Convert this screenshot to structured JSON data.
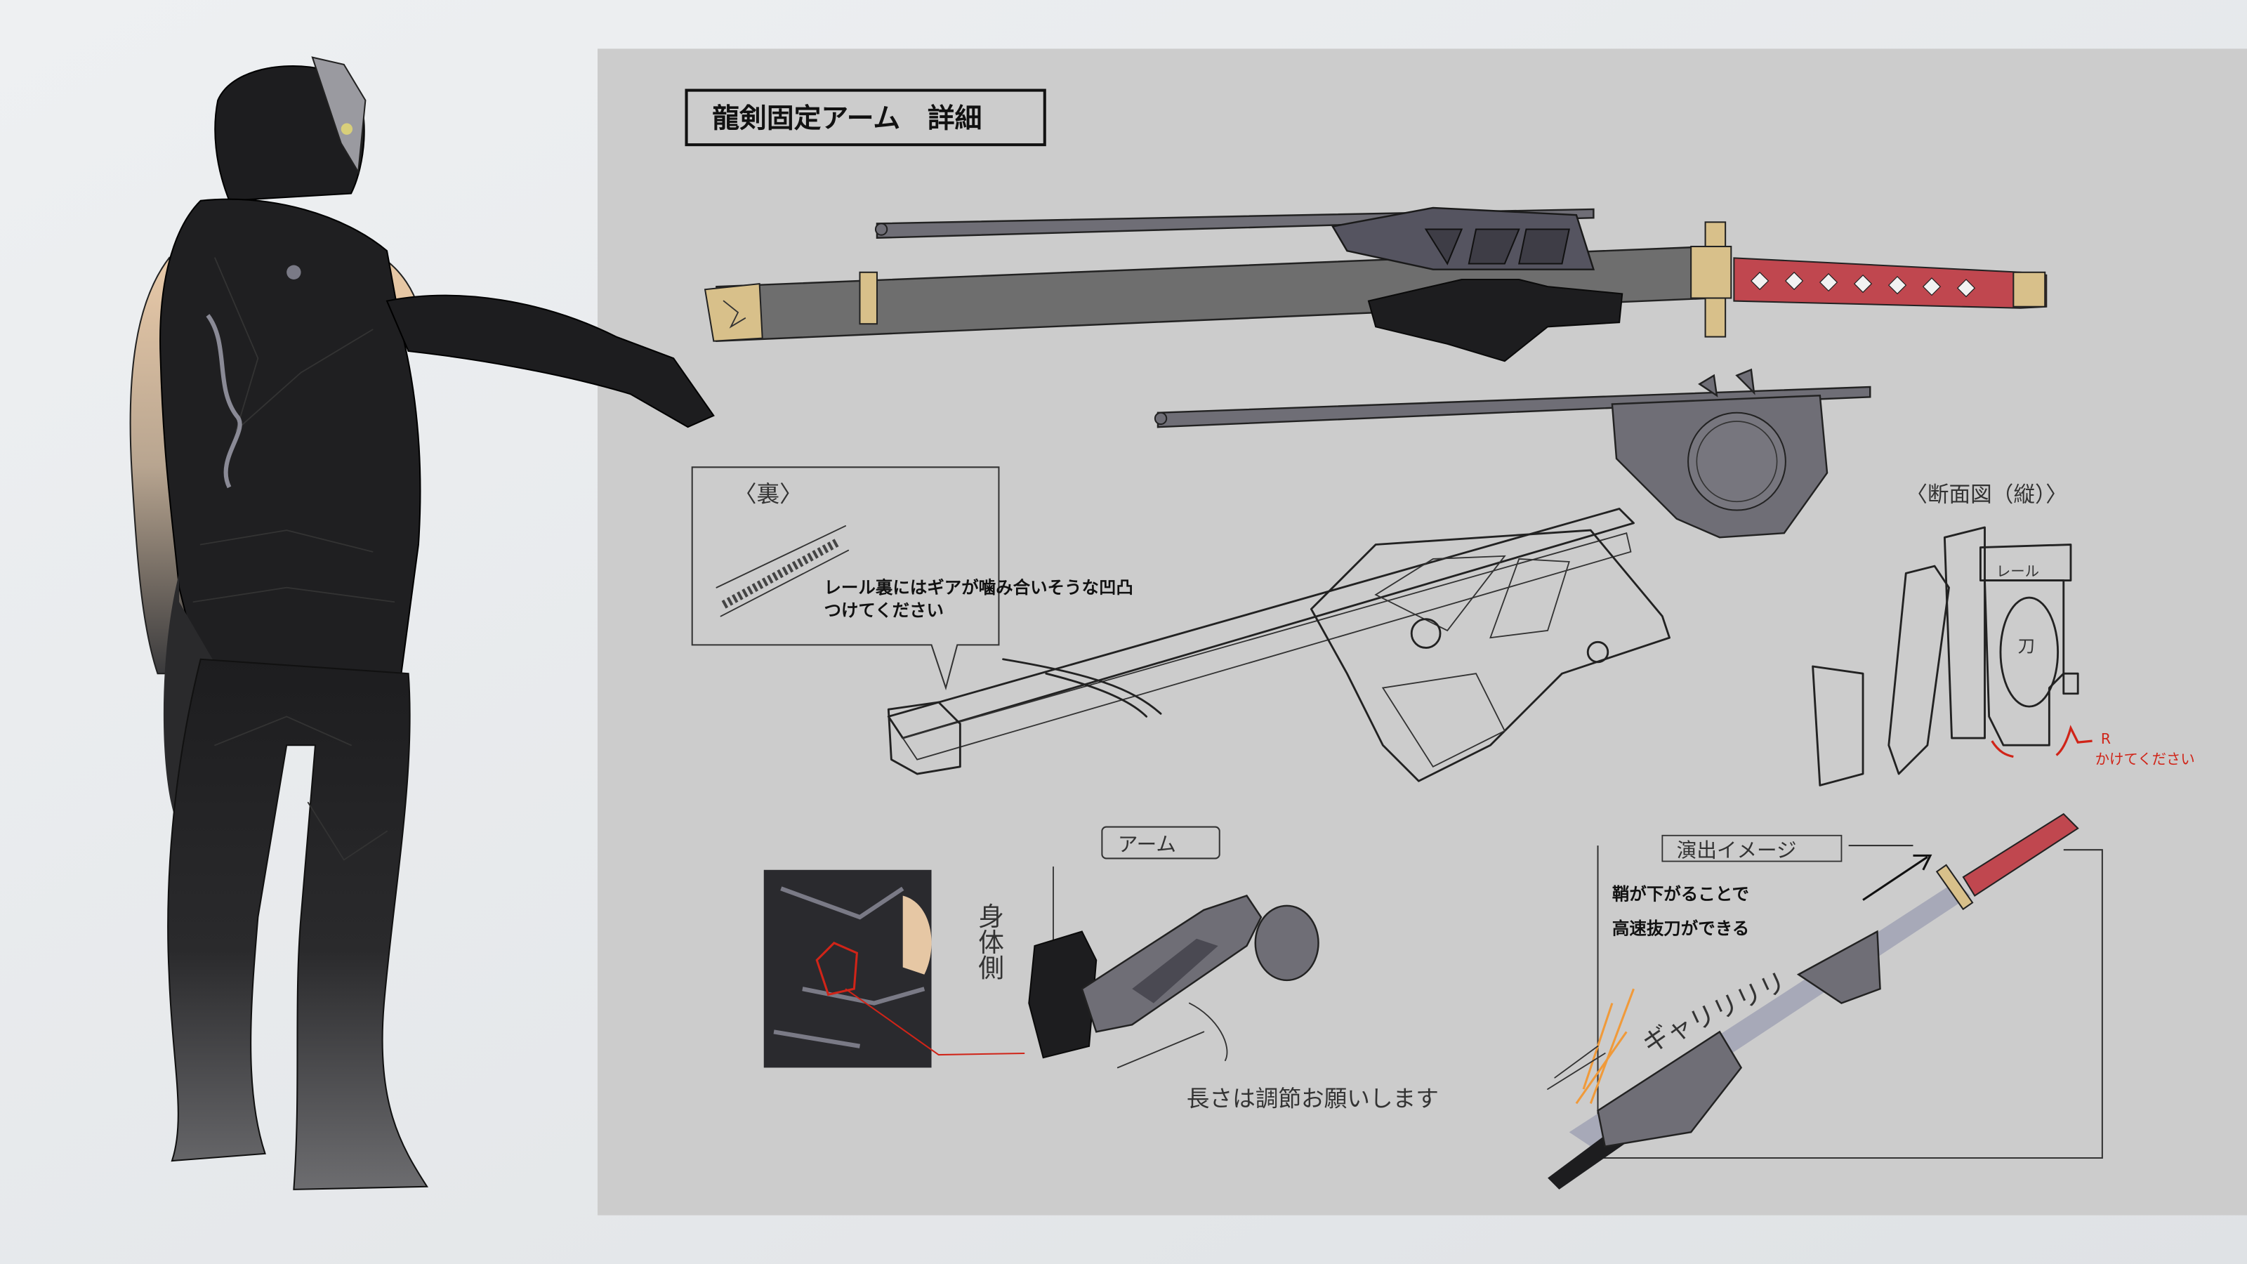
{
  "sheet": {
    "title": "龍剣固定アーム　詳細",
    "colors": {
      "background": "#e4e6e8",
      "panel": "#cccccc",
      "scabbard": "#6e6e6e",
      "handle_wrap": "#c0474f",
      "gold_fittings": "#d8c08a",
      "blade": "#a7a9b8",
      "annotation_red": "#d02418",
      "armor": "#1d1d1f"
    }
  },
  "callout_back": {
    "heading": "〈裏〉",
    "note_line1": "レール裏にはギアが噛み合いそうな凹凸",
    "note_line2": "つけてください"
  },
  "cross_section": {
    "heading": "〈断面図（縦）〉",
    "rail_label": "レール",
    "sword_label": "刀",
    "red_note_r": "R",
    "red_note": "かけてください"
  },
  "arm_detail": {
    "heading": "アーム",
    "body_side": "身体側",
    "length_note": "長さは調節お願いします"
  },
  "effect_image": {
    "heading": "演出イメージ",
    "line1": "鞘が下がることで",
    "line2": "高速抜刀ができる",
    "sound_effect": "ギャリリリリ"
  }
}
